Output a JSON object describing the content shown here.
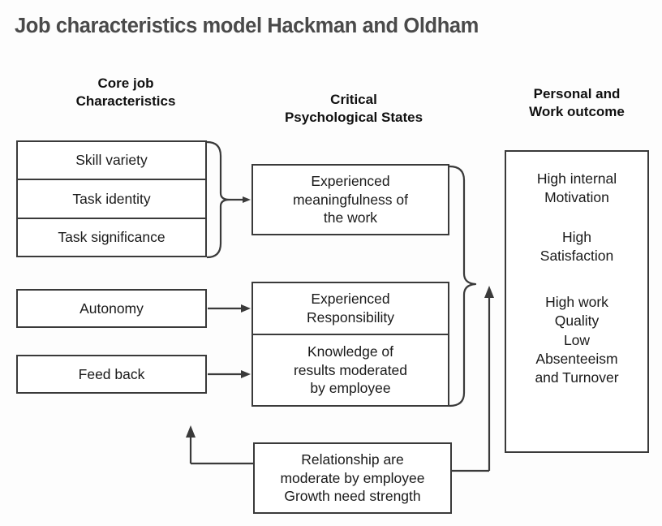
{
  "title": "Job characteristics model Hackman and Oldham",
  "columns": {
    "left": {
      "line1": "Core job",
      "line2": "Characteristics"
    },
    "middle": {
      "line1": "Critical",
      "line2": "Psychological States"
    },
    "right": {
      "line1": "Personal and",
      "line2": "Work outcome"
    }
  },
  "core_job_characteristics": [
    {
      "label": "Skill variety"
    },
    {
      "label": "Task identity"
    },
    {
      "label": "Task significance"
    },
    {
      "label": "Autonomy"
    },
    {
      "label": "Feed back"
    }
  ],
  "psychological_states": [
    {
      "label": "Experienced\nmeaningfulness of\nthe work"
    },
    {
      "label": "Experienced\nResponsibility"
    },
    {
      "label": "Knowledge of\nresults moderated\nby employee"
    }
  ],
  "outcomes": [
    "High internal\nMotivation",
    "High\nSatisfaction",
    "High work\nQuality\nLow\nAbsenteeism\nand Turnover"
  ],
  "moderator": {
    "label": "Relationship are\nmoderate by employee\nGrowth need strength"
  },
  "colors": {
    "title": "#4a4a4a",
    "stroke": "#3a3a3a",
    "text": "#1a1a1a",
    "background": "#fdfdfd"
  }
}
